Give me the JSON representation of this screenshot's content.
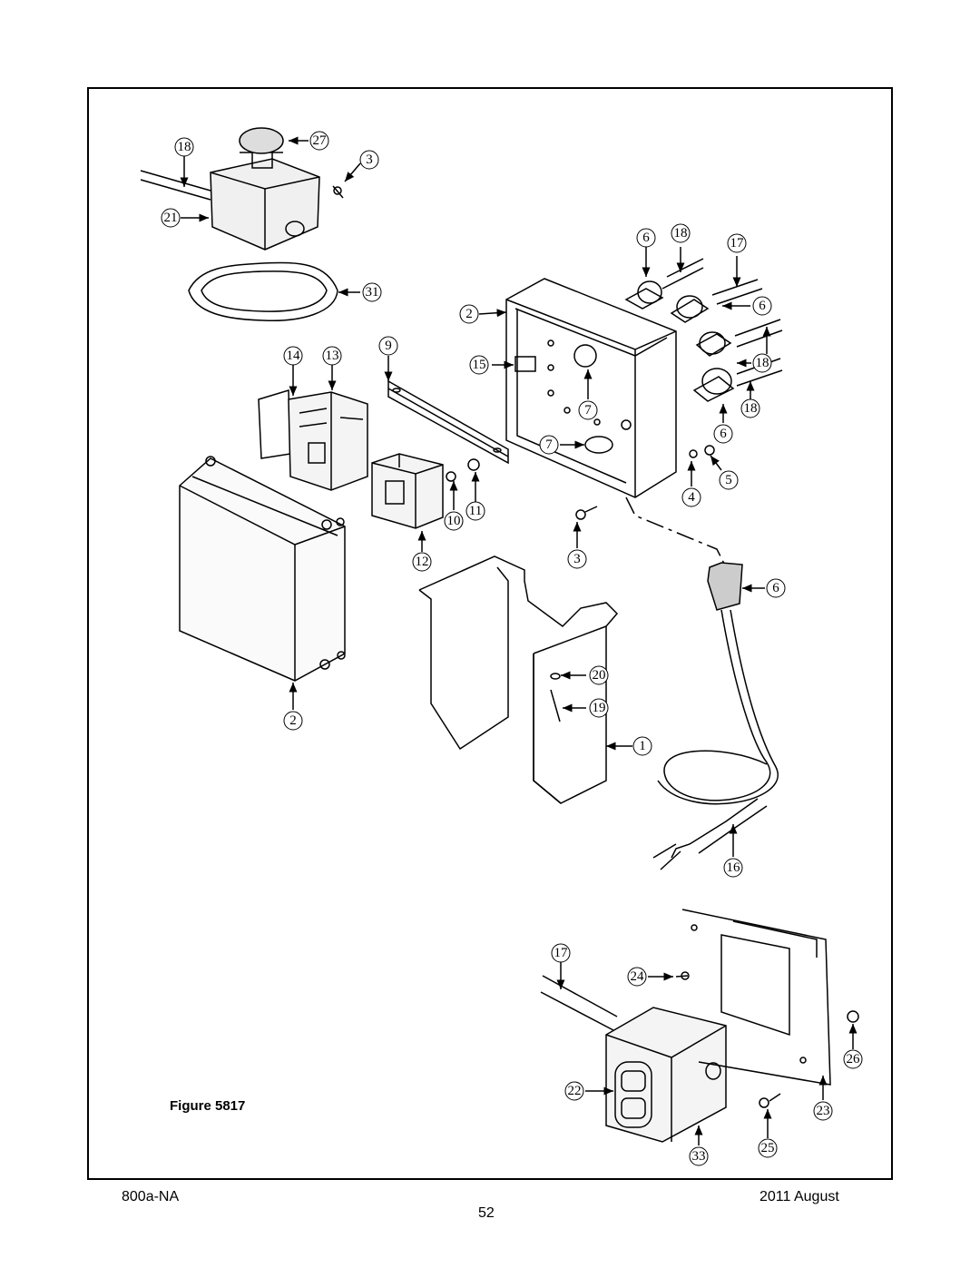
{
  "figure": {
    "label": "Figure 5817"
  },
  "footer": {
    "doc_id": "800a-NA",
    "page_number": "52",
    "date": "2011 August"
  },
  "callouts": {
    "c27": "27",
    "c18a": "18",
    "c3a": "3",
    "c21": "21",
    "c31": "31",
    "c14": "14",
    "c13": "13",
    "c9": "9",
    "c2a": "2",
    "c15": "15",
    "c7a": "7",
    "c7b": "7",
    "c6a": "6",
    "c18b": "18",
    "c17a": "17",
    "c6b": "6",
    "c18c": "18",
    "c18d": "18",
    "c6c": "6",
    "c5": "5",
    "c4": "4",
    "c10": "10",
    "c11": "11",
    "c12": "12",
    "c3b": "3",
    "c6d": "6",
    "c20": "20",
    "c19": "19",
    "c1": "1",
    "c2b": "2",
    "c16": "16",
    "c17b": "17",
    "c24": "24",
    "c26": "26",
    "c22": "22",
    "c23": "23",
    "c25": "25",
    "c33": "33"
  }
}
